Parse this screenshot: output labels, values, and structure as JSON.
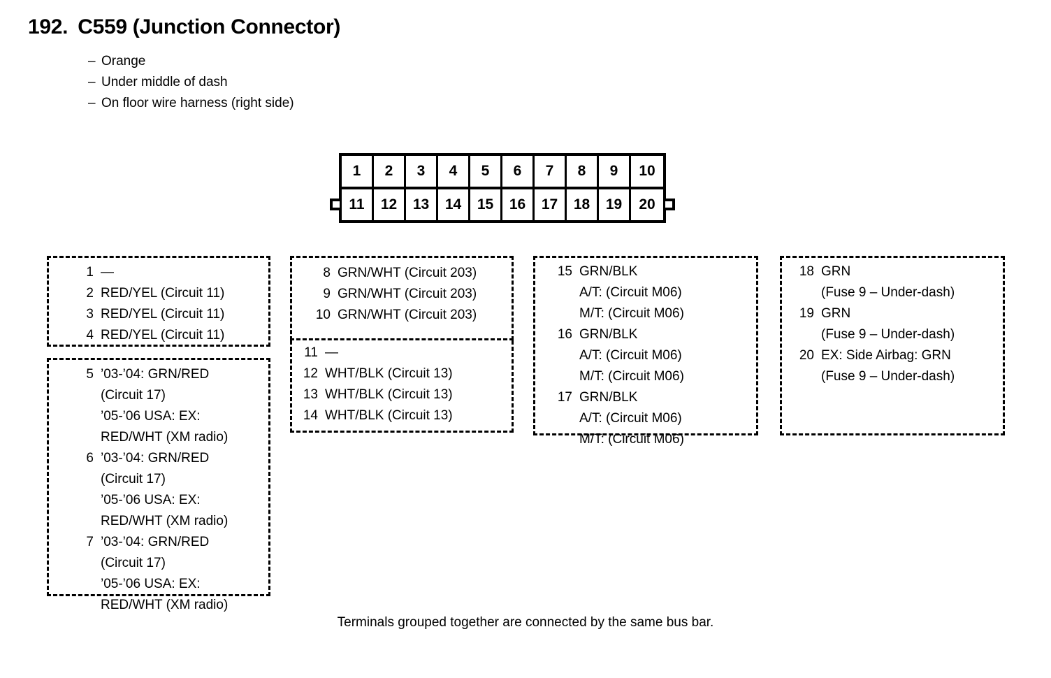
{
  "header": {
    "number": "192.",
    "title": "C559 (Junction Connector)",
    "details": [
      "Orange",
      "Under middle of dash",
      "On floor wire harness (right side)"
    ],
    "dash": "–"
  },
  "connector": {
    "top_row": [
      "1",
      "2",
      "3",
      "4",
      "5",
      "6",
      "7",
      "8",
      "9",
      "10"
    ],
    "bottom_row": [
      "11",
      "12",
      "13",
      "14",
      "15",
      "16",
      "17",
      "18",
      "19",
      "20"
    ]
  },
  "groups": [
    {
      "id": "group-1-4",
      "pins": [
        {
          "num": "1",
          "label": "—",
          "sub": []
        },
        {
          "num": "2",
          "label": "RED/YEL (Circuit 11)",
          "sub": []
        },
        {
          "num": "3",
          "label": "RED/YEL (Circuit 11)",
          "sub": []
        },
        {
          "num": "4",
          "label": "RED/YEL (Circuit 11)",
          "sub": []
        }
      ]
    },
    {
      "id": "group-5-7",
      "pins": [
        {
          "num": "5",
          "label": "’03-’04: GRN/RED",
          "sub": [
            "(Circuit 17)",
            "’05-’06 USA: EX:",
            "RED/WHT (XM radio)"
          ]
        },
        {
          "num": "6",
          "label": "’03-’04: GRN/RED",
          "sub": [
            "(Circuit 17)",
            "’05-’06 USA: EX:",
            "RED/WHT (XM radio)"
          ]
        },
        {
          "num": "7",
          "label": "’03-’04: GRN/RED",
          "sub": [
            "(Circuit 17)",
            "’05-’06 USA: EX:",
            "RED/WHT (XM radio)"
          ]
        }
      ]
    },
    {
      "id": "group-8-10",
      "pins": [
        {
          "num": "8",
          "label": "GRN/WHT (Circuit 203)",
          "sub": []
        },
        {
          "num": "9",
          "label": "GRN/WHT (Circuit 203)",
          "sub": []
        },
        {
          "num": "10",
          "label": "GRN/WHT (Circuit 203)",
          "sub": []
        }
      ]
    },
    {
      "id": "group-11-14",
      "pins": [
        {
          "num": "11",
          "label": "—",
          "sub": []
        },
        {
          "num": "12",
          "label": "WHT/BLK (Circuit 13)",
          "sub": []
        },
        {
          "num": "13",
          "label": "WHT/BLK (Circuit 13)",
          "sub": []
        },
        {
          "num": "14",
          "label": "WHT/BLK (Circuit 13)",
          "sub": []
        }
      ]
    },
    {
      "id": "group-15-17",
      "pins": [
        {
          "num": "15",
          "label": "GRN/BLK",
          "sub": [
            "A/T: (Circuit M06)",
            "M/T: (Circuit M06)"
          ]
        },
        {
          "num": "16",
          "label": "GRN/BLK",
          "sub": [
            "A/T: (Circuit M06)",
            "M/T: (Circuit M06)"
          ]
        },
        {
          "num": "17",
          "label": "GRN/BLK",
          "sub": [
            "A/T: (Circuit M06)",
            "M/T: (Circuit M06)"
          ]
        }
      ]
    },
    {
      "id": "group-18-20",
      "pins": [
        {
          "num": "18",
          "label": "GRN",
          "sub": [
            "(Fuse 9 – Under-dash)"
          ]
        },
        {
          "num": "19",
          "label": "GRN",
          "sub": [
            "(Fuse 9 – Under-dash)"
          ]
        },
        {
          "num": "20",
          "label": "EX: Side Airbag: GRN",
          "sub": [
            "(Fuse 9 – Under-dash)"
          ]
        }
      ]
    }
  ],
  "footer": {
    "note": "Terminals grouped together are connected by the same bus bar."
  }
}
